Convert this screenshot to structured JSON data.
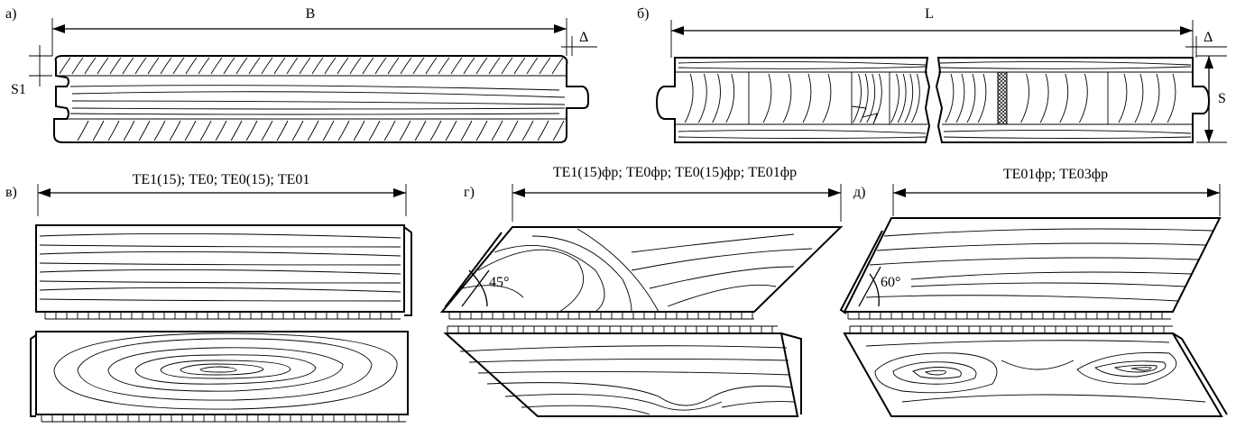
{
  "panels": {
    "a": {
      "letter": "а)",
      "dim_width": "B",
      "dim_gap": "Δ",
      "dim_face": "S1"
    },
    "b": {
      "letter": "б)",
      "dim_length": "L",
      "dim_gap": "Δ",
      "dim_thickness": "S"
    },
    "v": {
      "letter": "в)",
      "caption": "ТЕ1(15); ТЕ0; ТЕ0(15); ТЕ01"
    },
    "g": {
      "letter": "г)",
      "caption": "ТЕ1(15)фр; ТЕ0фр; ТЕ0(15)фр; ТЕ01фр",
      "angle": "45°"
    },
    "d": {
      "letter": "д)",
      "caption": "ТЕ01фр; ТЕ03фр",
      "angle": "60°"
    }
  }
}
